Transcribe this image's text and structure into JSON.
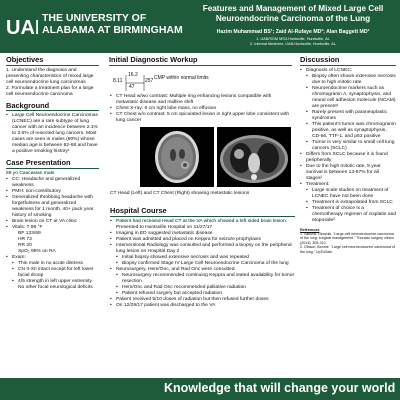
{
  "header": {
    "university_line1": "THE UNIVERSITY OF",
    "university_line2": "ALABAMA AT BIRMINGHAM",
    "title_line1": "Features and Management of Mixed Large Cell",
    "title_line2": "Neuroendocrine Carcinoma of the Lung",
    "authors": "Hazim Muhammad BS¹; Zaid Al-Rufaye MD²; Alan Baggett MD²",
    "affiliation1": "1. UAB/SOM MS3-Huntsville, Huntsville, AL",
    "affiliation2": "2. Internal Medicine, UAB-Huntsville, Huntsville, AL"
  },
  "footer": {
    "tagline": "Knowledge that will change your world"
  },
  "objectives": {
    "heading": "Objectives",
    "items": [
      "1. Understand the diagnosis and presenting characteristics of mixed large cell neuroendocrine lung carcinomas",
      "2. Formulate a treatment plan for a large cell neuroendocrine carcinoma"
    ]
  },
  "background": {
    "heading": "Background",
    "items": [
      "Large Cell Neuroendocrine Carcinomas (LCNEC) are a rare subtype of lung cancer with an incidence between 2.1% to 3.5% of resected lung cancers. Most cases are seen in males (80%) whose median age is between 62-68 and have a positive smoking history¹"
    ]
  },
  "case": {
    "heading": "Case Presentation",
    "intro": "59 yo Caucasian male",
    "items": [
      "CC: Headache and generalized weakness",
      "PMH: non-contributory",
      "Generalized throbbing headache with forgetfulness and generalized weakness for 1 month. 40+ pack year history of smoking",
      "Brain lesion on CT at VA clinic",
      "Vitals: T 98 °F"
    ],
    "vitals": [
      "BP 133/69",
      "HR 73",
      "RR 20",
      "SpO₂ 98% on RA"
    ],
    "exam_label": "Exam:",
    "exam": [
      "Thin male in no acute distress",
      "CN II-XII intact except for left lower facial droop",
      "4/5 strength in left upper extremity. No other focal neurological deficits"
    ]
  },
  "workup": {
    "heading": "Initial Diagnostic Workup",
    "cmp_values": [
      "8.11",
      "16.2",
      "47",
      "257"
    ],
    "cmp_label": "CMP within normal limits",
    "items": [
      "CT Head w/wo contrast: Multiple ring enhancing lesions compatible with metastatic disease and midline shift",
      "Chest X-ray: 6 cm right lobe mass, no effusion",
      "CT Chest w/o contrast: 5 cm spiculated lesion in right upper lobe consistent with lung cancer"
    ],
    "image_caption": "CT Head (Left) and  CT Chest (Right) showing metastatic lesions"
  },
  "hospital": {
    "heading": "Hospital Course",
    "items": [
      "Patient had received Head CT at the VA which showed a left sided brain lesion. Presented to Huntsville Hospital on 11/27/17",
      "Imaging in ED suggested metastatic disease",
      "Patient was admitted and placed on Keppra for seizure prophylaxis",
      "Interventional Radiology was consulted and performed a biopsy on the peripheral lung lesion on Hospital Day 2"
    ],
    "sub1": [
      "Initial biopsy showed extensive necrosis and was repeated",
      "Biopsy confirmed Stage IV Large Cell Neuroendocrine Carcinoma of the lung"
    ],
    "items2": [
      "Neurosurgery, Hem/Onc, and Rad Onc were consulted"
    ],
    "sub2": [
      "Neurosurgery recommended continuing Keppra and stated availability for tumor resection",
      "Hem/Onc and Rad Onc recommended palliative radiation",
      "Patient refused surgery but accepted radiation"
    ],
    "items3": [
      "Patient received 5/10 doses of radiation but then refused further doses",
      "On 12/29/17 patient was discharged to the VA"
    ]
  },
  "discussion": {
    "heading": "Discussion",
    "items": [
      "Diagnosis of LCNEC:"
    ],
    "sub": [
      "Biopsy often shows extensive necrosis due to high mitotic rate",
      "Neuroendocrine markers such as chromogranin A, synaptophysin, and neural cell adhesion molecule (NCAM) are present¹",
      "Rarely present with paraneoplastic syndromes",
      "This patient's tumor was chromogranin positive, as well as synaptophysin, CD-56, TTF-1, and p63 positive",
      "Tumor is very similar to small cell lung cancers (SCLC)"
    ],
    "items2": [
      "Differs from SCLC because it is found peripherally",
      "Due to the high mitotic rate, 5 year survival is between 13-57% for all stages²",
      "Treatment:"
    ],
    "sub2": [
      "Large scale studies on treatment of LCNEC have not been done",
      "Treatment is extrapolated from SCLC",
      "Treatment of choice is a chemotherapy regimen of cisplatin and etoposide²"
    ],
    "refs_heading": "References",
    "refs": [
      "1. Sakurai, Hiroyuki. \"Large-cell neuroendocrine carcinoma of the lung: surgical management.\" Thoracic surgery clinics (2014): 305-312.",
      "2. Gibson, Bonnie. \"Large cell neuroendocrine carcinoma of the lung.\" UpToDate."
    ]
  }
}
